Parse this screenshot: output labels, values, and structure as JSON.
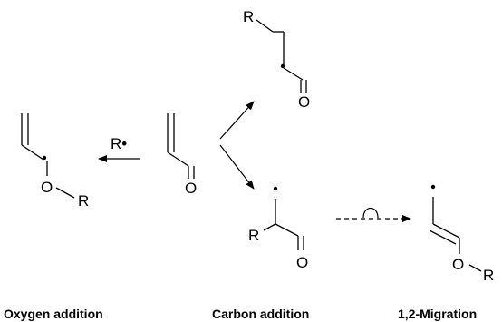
{
  "labels": {
    "reagent": "R•",
    "r": "R",
    "o": "O"
  },
  "captions": {
    "oxygen_addition": "Oxygen addition",
    "carbon_addition": "Carbon addition",
    "migration": "1,2-Migration"
  }
}
